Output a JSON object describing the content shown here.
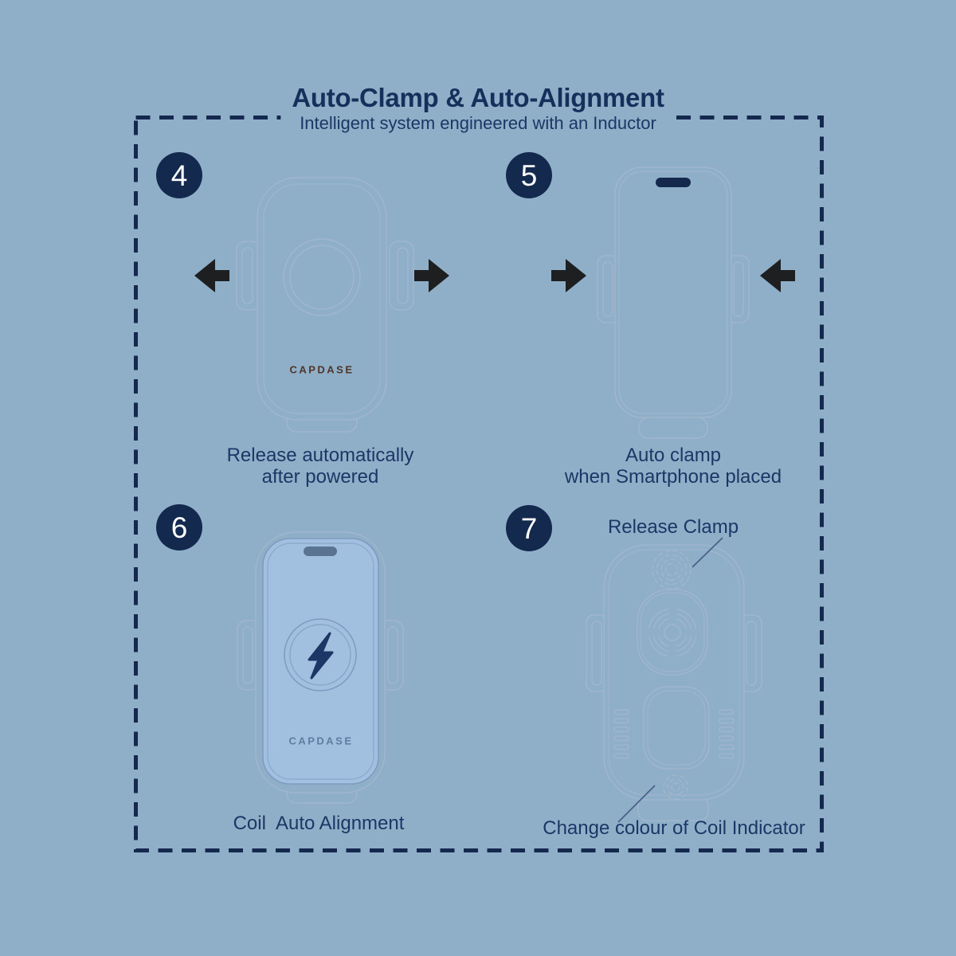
{
  "colors": {
    "background": "#8FAFC9",
    "navy_frame": "#14294D",
    "text_navy": "#1B3765",
    "line_art": "#9FB6CD",
    "line_art_dark": "#7E9BBF",
    "arrow_black": "#1E1F21",
    "bolt_navy": "#1C3766",
    "capdase_brown": "#4F352A",
    "capdase_blue": "#5E7E9F",
    "phone_fill": "#A3C2E2",
    "leader_line": "#4A6288"
  },
  "header": {
    "title": "Auto-Clamp & Auto-Alignment",
    "subtitle": "Intelligent system engineered with an Inductor"
  },
  "steps": {
    "step4": {
      "number": "4",
      "caption_line1": "Release automatically",
      "caption_line2": "after powered",
      "logo": "CAPDASE"
    },
    "step5": {
      "number": "5",
      "caption_line1": "Auto clamp",
      "caption_line2": "when Smartphone placed"
    },
    "step6": {
      "number": "6",
      "caption": "Coil  Auto Alignment",
      "logo": "CAPDASE"
    },
    "step7": {
      "number": "7",
      "label_top": "Release Clamp",
      "label_bottom": "Change colour of Coil Indicator"
    }
  },
  "icons": [
    {
      "name": "arrow-left-icon",
      "meaning": "release direction left"
    },
    {
      "name": "arrow-right-icon",
      "meaning": "release direction right"
    },
    {
      "name": "arrow-inward-left-icon",
      "meaning": "clamp direction right"
    },
    {
      "name": "arrow-inward-right-icon",
      "meaning": "clamp direction left"
    },
    {
      "name": "lightning-bolt-icon",
      "meaning": "wireless charging coil"
    },
    {
      "name": "dynamic-island-icon",
      "meaning": "smartphone front sensor pill"
    },
    {
      "name": "fingerprint-button-icon",
      "meaning": "touch button"
    },
    {
      "name": "fan-grille-icon",
      "meaning": "cooling fan"
    }
  ]
}
